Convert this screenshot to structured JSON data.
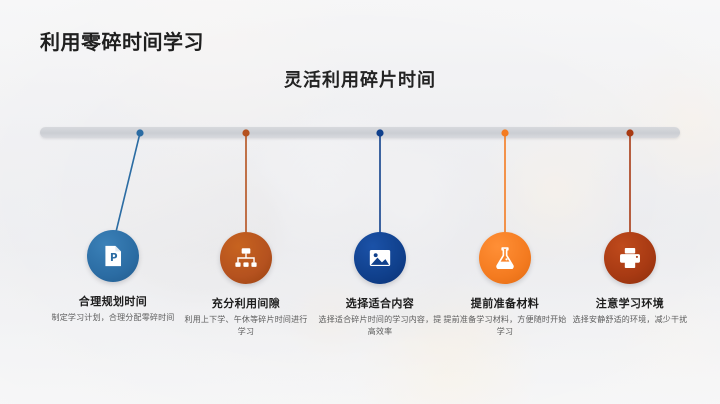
{
  "slide": {
    "title": "利用零碎时间学习",
    "subtitle": "灵活利用碎片时间"
  },
  "colors": {
    "node1": "#2b6ca3",
    "node2": "#b5521f",
    "node3": "#10408c",
    "node4": "#f47b20",
    "node5": "#a83a13",
    "bar": "#d2d4d9",
    "title_text": "#1f1f1f",
    "desc_text": "#5c5c5c"
  },
  "timeline": {
    "nodes": [
      {
        "index": "1",
        "title": "合理规划时间",
        "desc": "制定学习计划，合理分配零碎时间",
        "icon": "document-p-icon",
        "color": "#2b6ca3"
      },
      {
        "index": "2",
        "title": "充分利用间隙",
        "desc": "利用上下学、午休等碎片时间进行学习",
        "icon": "hierarchy-chart-icon",
        "color": "#b5521f"
      },
      {
        "index": "3",
        "title": "选择适合内容",
        "desc": "选择适合碎片时间的学习内容，提高效率",
        "icon": "picture-image-icon",
        "color": "#10408c"
      },
      {
        "index": "4",
        "title": "提前准备材料",
        "desc": "提前准备学习材料，方便随时开始学习",
        "icon": "flask-beaker-icon",
        "color": "#f47b20"
      },
      {
        "index": "5",
        "title": "注意学习环境",
        "desc": "选择安静舒适的环境，减少干扰",
        "icon": "printer-icon",
        "color": "#a83a13"
      }
    ]
  }
}
